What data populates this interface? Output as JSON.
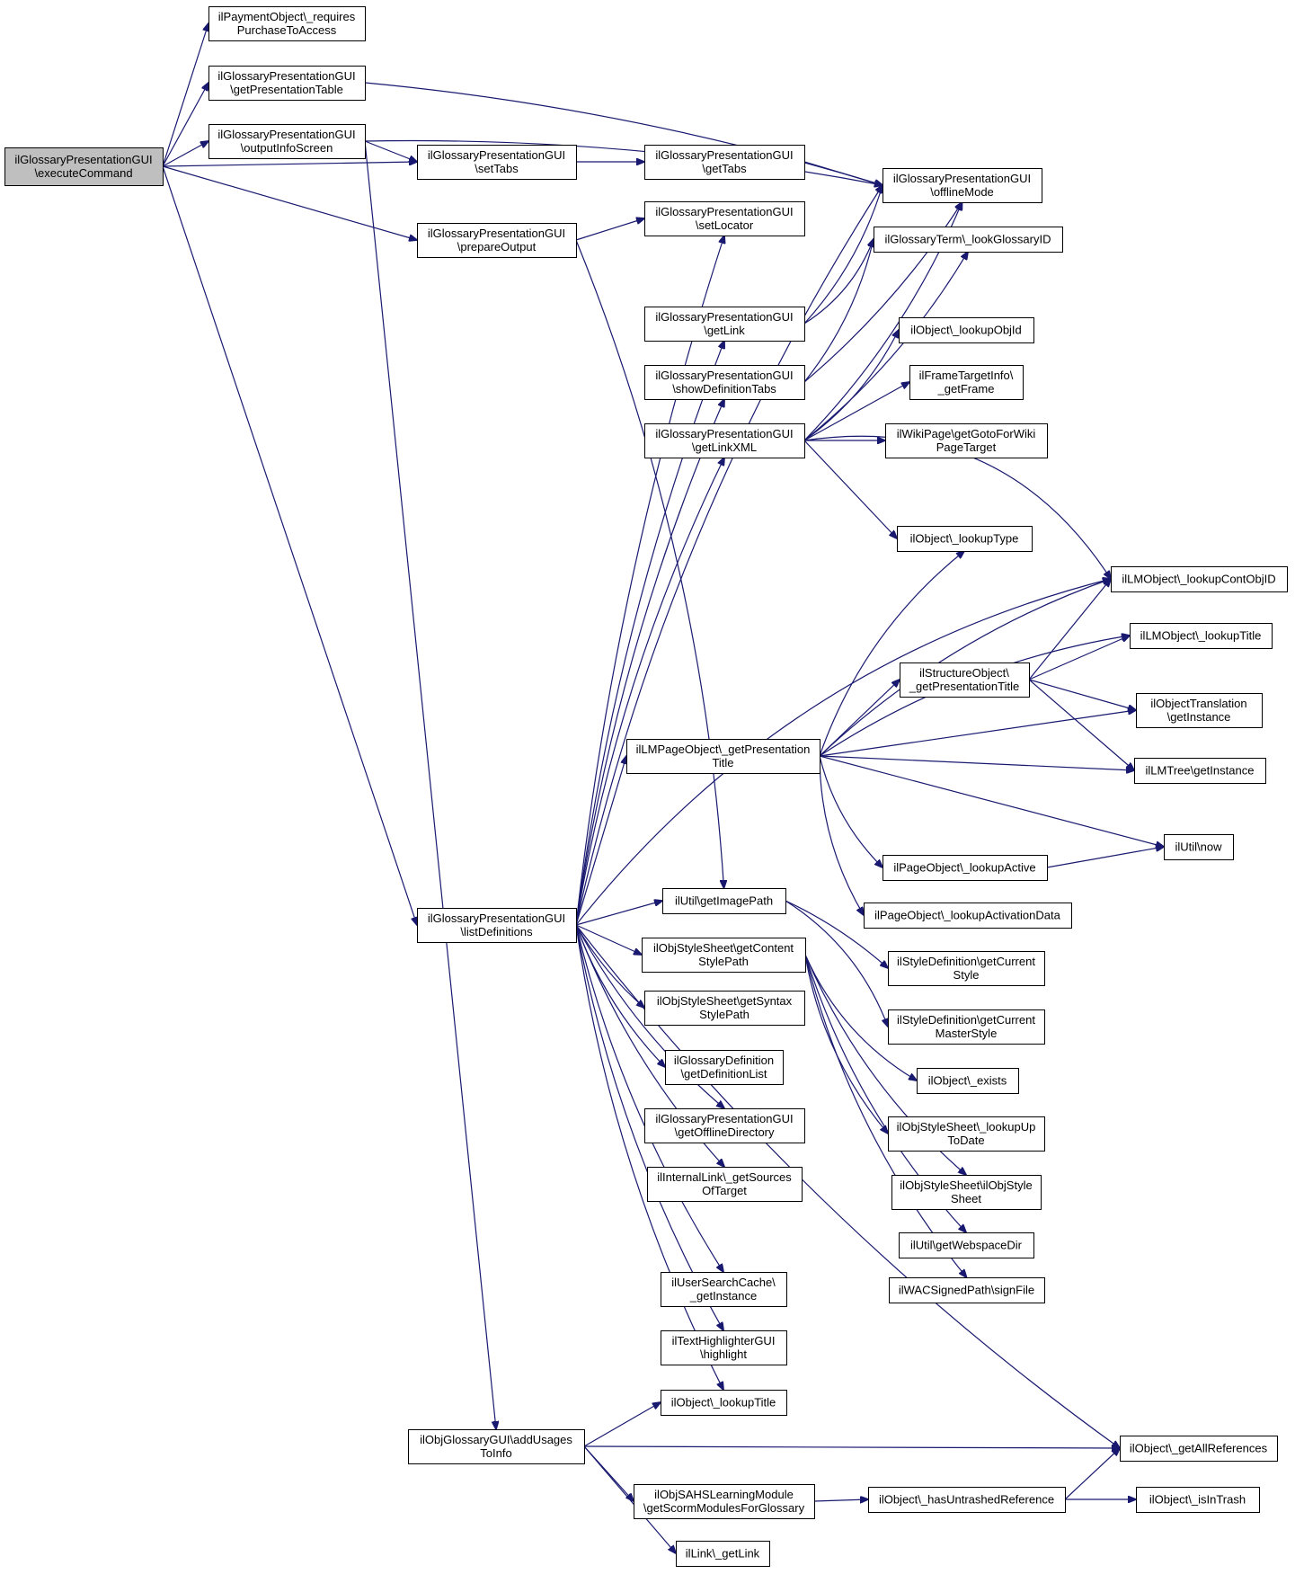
{
  "nodes": [
    {
      "id": "root",
      "lines": [
        "ilGlossaryPresentationGUI",
        "\\executeCommand"
      ],
      "root": true
    },
    {
      "id": "reqPurchase",
      "lines": [
        "ilPaymentObject\\_requires",
        "PurchaseToAccess"
      ]
    },
    {
      "id": "getPresTable",
      "lines": [
        "ilGlossaryPresentationGUI",
        "\\getPresentationTable"
      ]
    },
    {
      "id": "outputInfo",
      "lines": [
        "ilGlossaryPresentationGUI",
        "\\outputInfoScreen"
      ]
    },
    {
      "id": "setTabs",
      "lines": [
        "ilGlossaryPresentationGUI",
        "\\setTabs"
      ]
    },
    {
      "id": "getTabs",
      "lines": [
        "ilGlossaryPresentationGUI",
        "\\getTabs"
      ]
    },
    {
      "id": "offline",
      "lines": [
        "ilGlossaryPresentationGUI",
        "\\offlineMode"
      ]
    },
    {
      "id": "prepOut",
      "lines": [
        "ilGlossaryPresentationGUI",
        "\\prepareOutput"
      ]
    },
    {
      "id": "setLocator",
      "lines": [
        "ilGlossaryPresentationGUI",
        "\\setLocator"
      ]
    },
    {
      "id": "lookGlossID",
      "lines": [
        "ilGlossaryTerm\\_lookGlossaryID"
      ]
    },
    {
      "id": "getLink",
      "lines": [
        "ilGlossaryPresentationGUI",
        "\\getLink"
      ]
    },
    {
      "id": "showDefTabs",
      "lines": [
        "ilGlossaryPresentationGUI",
        "\\showDefinitionTabs"
      ]
    },
    {
      "id": "getLinkXML",
      "lines": [
        "ilGlossaryPresentationGUI",
        "\\getLinkXML"
      ]
    },
    {
      "id": "lookupObjId",
      "lines": [
        "ilObject\\_lookupObjId"
      ]
    },
    {
      "id": "getFrame",
      "lines": [
        "ilFrameTargetInfo\\",
        "_getFrame"
      ]
    },
    {
      "id": "wikiGoto",
      "lines": [
        "ilWikiPage\\getGotoForWiki",
        "PageTarget"
      ]
    },
    {
      "id": "lookupType",
      "lines": [
        "ilObject\\_lookupType"
      ]
    },
    {
      "id": "lookupContObj",
      "lines": [
        "ilLMObject\\_lookupContObjID"
      ]
    },
    {
      "id": "lmLookupTitle",
      "lines": [
        "ilLMObject\\_lookupTitle"
      ]
    },
    {
      "id": "structPres",
      "lines": [
        "ilStructureObject\\",
        "_getPresentationTitle"
      ]
    },
    {
      "id": "objTrans",
      "lines": [
        "ilObjectTranslation",
        "\\getInstance"
      ]
    },
    {
      "id": "lmPagePres",
      "lines": [
        "ilLMPageObject\\_getPresentation",
        "Title"
      ]
    },
    {
      "id": "lmTree",
      "lines": [
        "ilLMTree\\getInstance"
      ]
    },
    {
      "id": "utilNow",
      "lines": [
        "ilUtil\\now"
      ]
    },
    {
      "id": "pageActive",
      "lines": [
        "ilPageObject\\_lookupActive"
      ]
    },
    {
      "id": "pageActData",
      "lines": [
        "ilPageObject\\_lookupActivationData"
      ]
    },
    {
      "id": "listDefs",
      "lines": [
        "ilGlossaryPresentationGUI",
        "\\listDefinitions"
      ]
    },
    {
      "id": "imagePath",
      "lines": [
        "ilUtil\\getImagePath"
      ]
    },
    {
      "id": "contentStyle",
      "lines": [
        "ilObjStyleSheet\\getContent",
        "StylePath"
      ]
    },
    {
      "id": "currStyle",
      "lines": [
        "ilStyleDefinition\\getCurrent",
        "Style"
      ]
    },
    {
      "id": "syntaxStyle",
      "lines": [
        "ilObjStyleSheet\\getSyntax",
        "StylePath"
      ]
    },
    {
      "id": "currMaster",
      "lines": [
        "ilStyleDefinition\\getCurrent",
        "MasterStyle"
      ]
    },
    {
      "id": "defList",
      "lines": [
        "ilGlossaryDefinition",
        "\\getDefinitionList"
      ]
    },
    {
      "id": "objExists",
      "lines": [
        "ilObject\\_exists"
      ]
    },
    {
      "id": "offlineDir",
      "lines": [
        "ilGlossaryPresentationGUI",
        "\\getOfflineDirectory"
      ]
    },
    {
      "id": "lookupUpToDate",
      "lines": [
        "ilObjStyleSheet\\_lookupUp",
        "ToDate"
      ]
    },
    {
      "id": "sourcesTarget",
      "lines": [
        "ilInternalLink\\_getSources",
        "OfTarget"
      ]
    },
    {
      "id": "objStyleSheet",
      "lines": [
        "ilObjStyleSheet\\ilObjStyle",
        "Sheet"
      ]
    },
    {
      "id": "webspaceDir",
      "lines": [
        "ilUtil\\getWebspaceDir"
      ]
    },
    {
      "id": "signFile",
      "lines": [
        "ilWACSignedPath\\signFile"
      ]
    },
    {
      "id": "userSearch",
      "lines": [
        "ilUserSearchCache\\",
        "_getInstance"
      ]
    },
    {
      "id": "highlight",
      "lines": [
        "ilTextHighlighterGUI",
        "\\highlight"
      ]
    },
    {
      "id": "objLookupTitle",
      "lines": [
        "ilObject\\_lookupTitle"
      ]
    },
    {
      "id": "addUsages",
      "lines": [
        "ilObjGlossaryGUI\\addUsages",
        "ToInfo"
      ]
    },
    {
      "id": "allRefs",
      "lines": [
        "ilObject\\_getAllReferences"
      ]
    },
    {
      "id": "scorm",
      "lines": [
        "ilObjSAHSLearningModule",
        "\\getScormModulesForGlossary"
      ]
    },
    {
      "id": "untrashed",
      "lines": [
        "ilObject\\_hasUntrashedReference"
      ]
    },
    {
      "id": "inTrash",
      "lines": [
        "ilObject\\_isInTrash"
      ]
    },
    {
      "id": "getLinkFn",
      "lines": [
        "ilLink\\_getLink"
      ]
    }
  ]
}
